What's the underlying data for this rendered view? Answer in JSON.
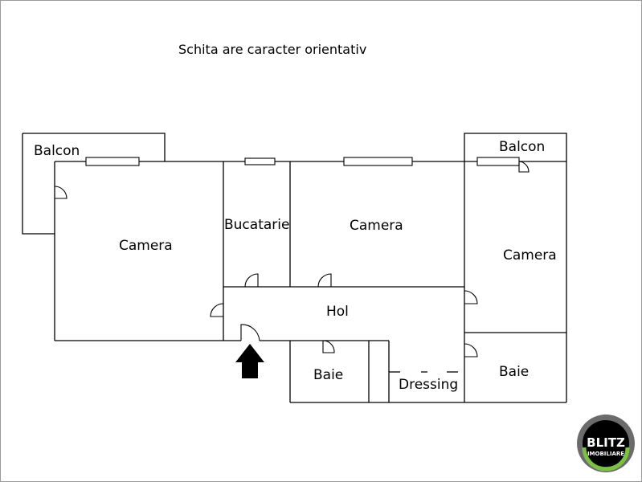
{
  "note": "Schita are caracter orientativ",
  "rooms": {
    "balcon_left": "Balcon",
    "balcon_right": "Balcon",
    "camera_left": "Camera",
    "bucatarie": "Bucatarie",
    "camera_middle": "Camera",
    "camera_right": "Camera",
    "hol": "Hol",
    "baie_left": "Baie",
    "dressing": "Dressing",
    "baie_right": "Baie"
  },
  "logo": {
    "brand": "BLITZ",
    "sub": "IMOBILIARE"
  },
  "colors": {
    "logo_outer": "#6b6b6b",
    "logo_inner": "#000000",
    "logo_ring": "#7cc242"
  }
}
